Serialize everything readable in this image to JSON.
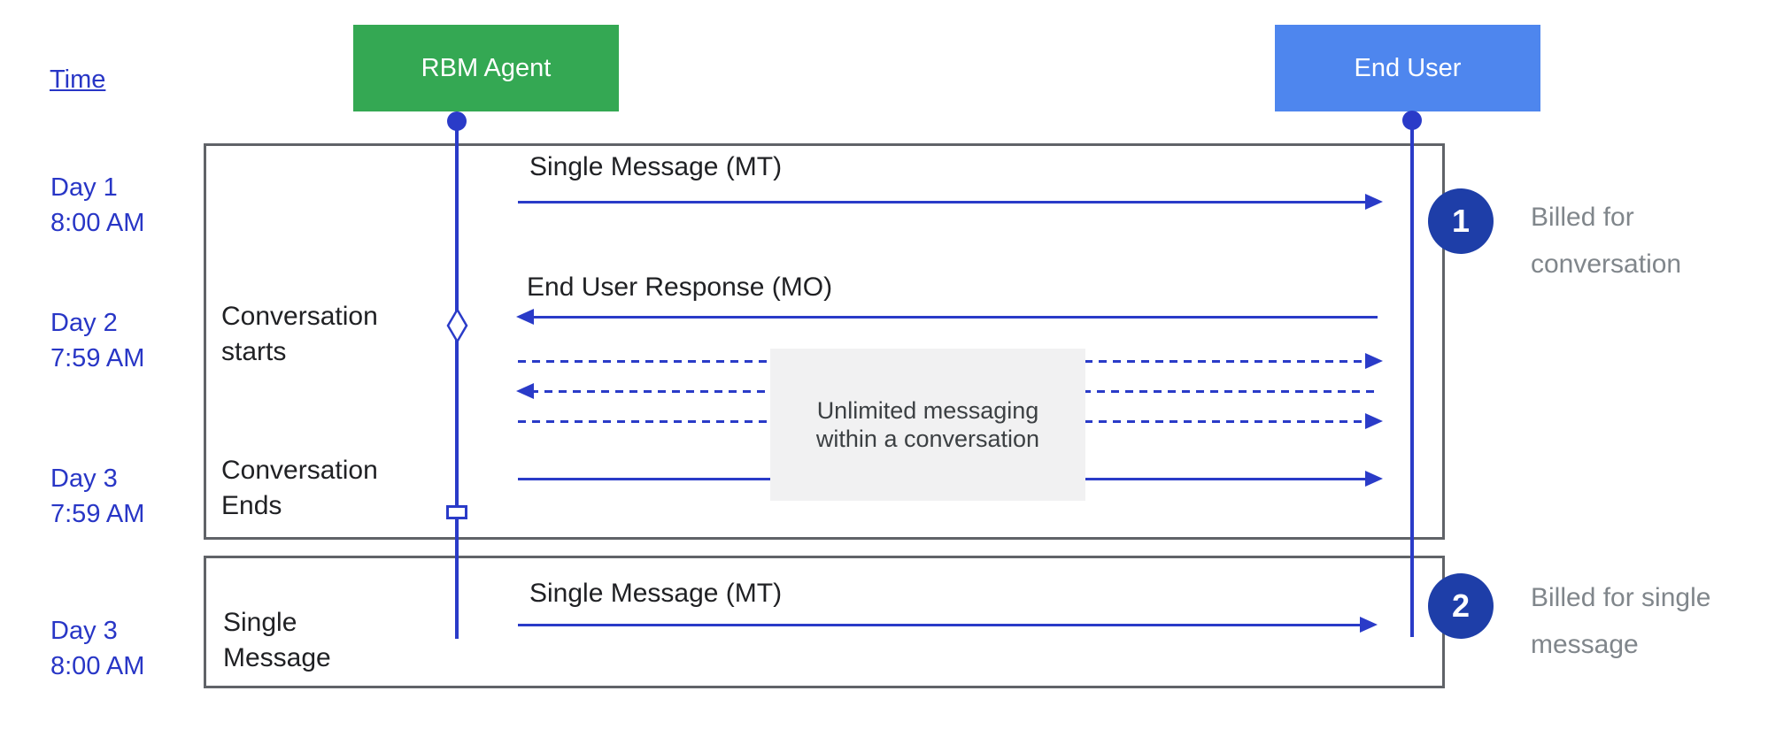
{
  "colors": {
    "agent_green": "#34a853",
    "end_user_blue": "#4e86ee",
    "line_blue": "#2a3bc8",
    "timeline_label_blue": "#2836c6",
    "badge_blue": "#1e3ea8",
    "frame_border_gray": "#606368",
    "annotation_gray": "#80868b",
    "note_background": "#f1f1f2"
  },
  "header": {
    "time_label": "Time"
  },
  "actors": {
    "agent": "RBM Agent",
    "end_user": "End User"
  },
  "timeline": [
    {
      "day": "Day 1",
      "time": "8:00 AM"
    },
    {
      "day": "Day 2",
      "time": "7:59 AM"
    },
    {
      "day": "Day 3",
      "time": "7:59 AM"
    },
    {
      "day": "Day 3",
      "time": "8:00 AM"
    }
  ],
  "box1": {
    "events": {
      "starts": {
        "line1": "Conversation",
        "line2": "starts"
      },
      "ends": {
        "line1": "Conversation",
        "line2": "Ends"
      }
    },
    "messages": {
      "mt": "Single Message (MT)",
      "mo": "End User Response (MO)"
    },
    "note": {
      "line1": "Unlimited messaging",
      "line2": "within a conversation"
    }
  },
  "box2": {
    "event": {
      "line1": "Single",
      "line2": "Message"
    },
    "message_mt": "Single Message (MT)"
  },
  "annotations": {
    "one": {
      "number": "1",
      "line1": "Billed for",
      "line2": "conversation"
    },
    "two": {
      "number": "2",
      "line1": "Billed for single",
      "line2": "message"
    }
  }
}
